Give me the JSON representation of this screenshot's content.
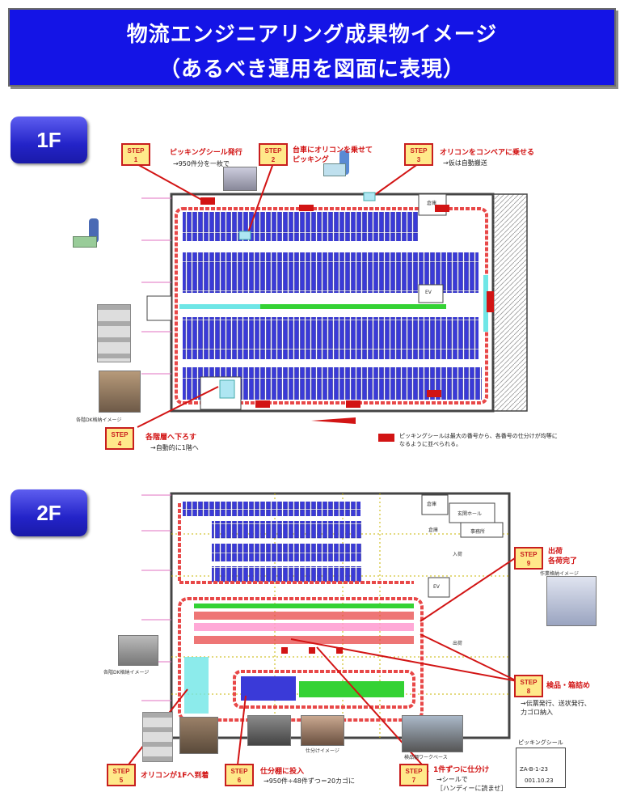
{
  "title": {
    "line1": "物流エンジニアリング成果物イメージ",
    "line2": "（あるべき運用を図面に表現）"
  },
  "floors": [
    {
      "label": "1F"
    },
    {
      "label": "2F"
    }
  ],
  "floor1": {
    "steps": [
      {
        "tag": "STEP\n1",
        "heading": "ピッキングシール発行",
        "detail": "→950件分を一枚で"
      },
      {
        "tag": "STEP\n2",
        "heading": "台車にオリコンを乗せて\nピッキング",
        "detail": ""
      },
      {
        "tag": "STEP\n3",
        "heading": "オリコンをコンベアに乗せる",
        "detail": "→仮は自動搬送"
      },
      {
        "tag": "STEP\n4",
        "heading": "各階層へ下ろす",
        "detail": "→自動的に1階へ"
      }
    ],
    "legend": "ピッキングシールは最大の番号から、各番号の仕分けが均等になるように並べられる。",
    "photo_label": "各階DK格納イメージ",
    "room_labels": [
      "倉庫",
      "EV"
    ]
  },
  "floor2": {
    "steps": [
      {
        "tag": "STEP\n5",
        "heading": "オリコンが1Fへ到着",
        "detail": ""
      },
      {
        "tag": "STEP\n6",
        "heading": "仕分棚に投入",
        "detail": "→950件÷48件ずつ＝20カゴに"
      },
      {
        "tag": "STEP\n7",
        "heading": "1件ずつに仕分け",
        "detail": "→シールで\n［ハンディーに読ませ］"
      },
      {
        "tag": "STEP\n8",
        "heading": "検品・箱詰め",
        "detail": "→伝票発行、送状発行、\n力ゴロ納入"
      },
      {
        "tag": "STEP\n9",
        "heading": "出荷\n各荷完了",
        "detail": ""
      }
    ],
    "room_labels": [
      "倉庫",
      "玄関ホール",
      "事務所",
      "倉庫",
      "入荷",
      "EV",
      "出荷"
    ],
    "photo_labels": [
      "各階DK格納イメージ",
      "仕分けイメージ",
      "検品棚ワークベース",
      "作業格納イメージ",
      "ピッキングシール"
    ],
    "label_card": {
      "title": "ピッキングシール",
      "code": "ZA-B-1-23",
      "date": "001.10.23"
    }
  },
  "colors": {
    "title_bg": "#1414e6",
    "accent_red": "#d21414",
    "rack_blue": "#3a3ad8",
    "conveyor_green": "#34d234"
  }
}
